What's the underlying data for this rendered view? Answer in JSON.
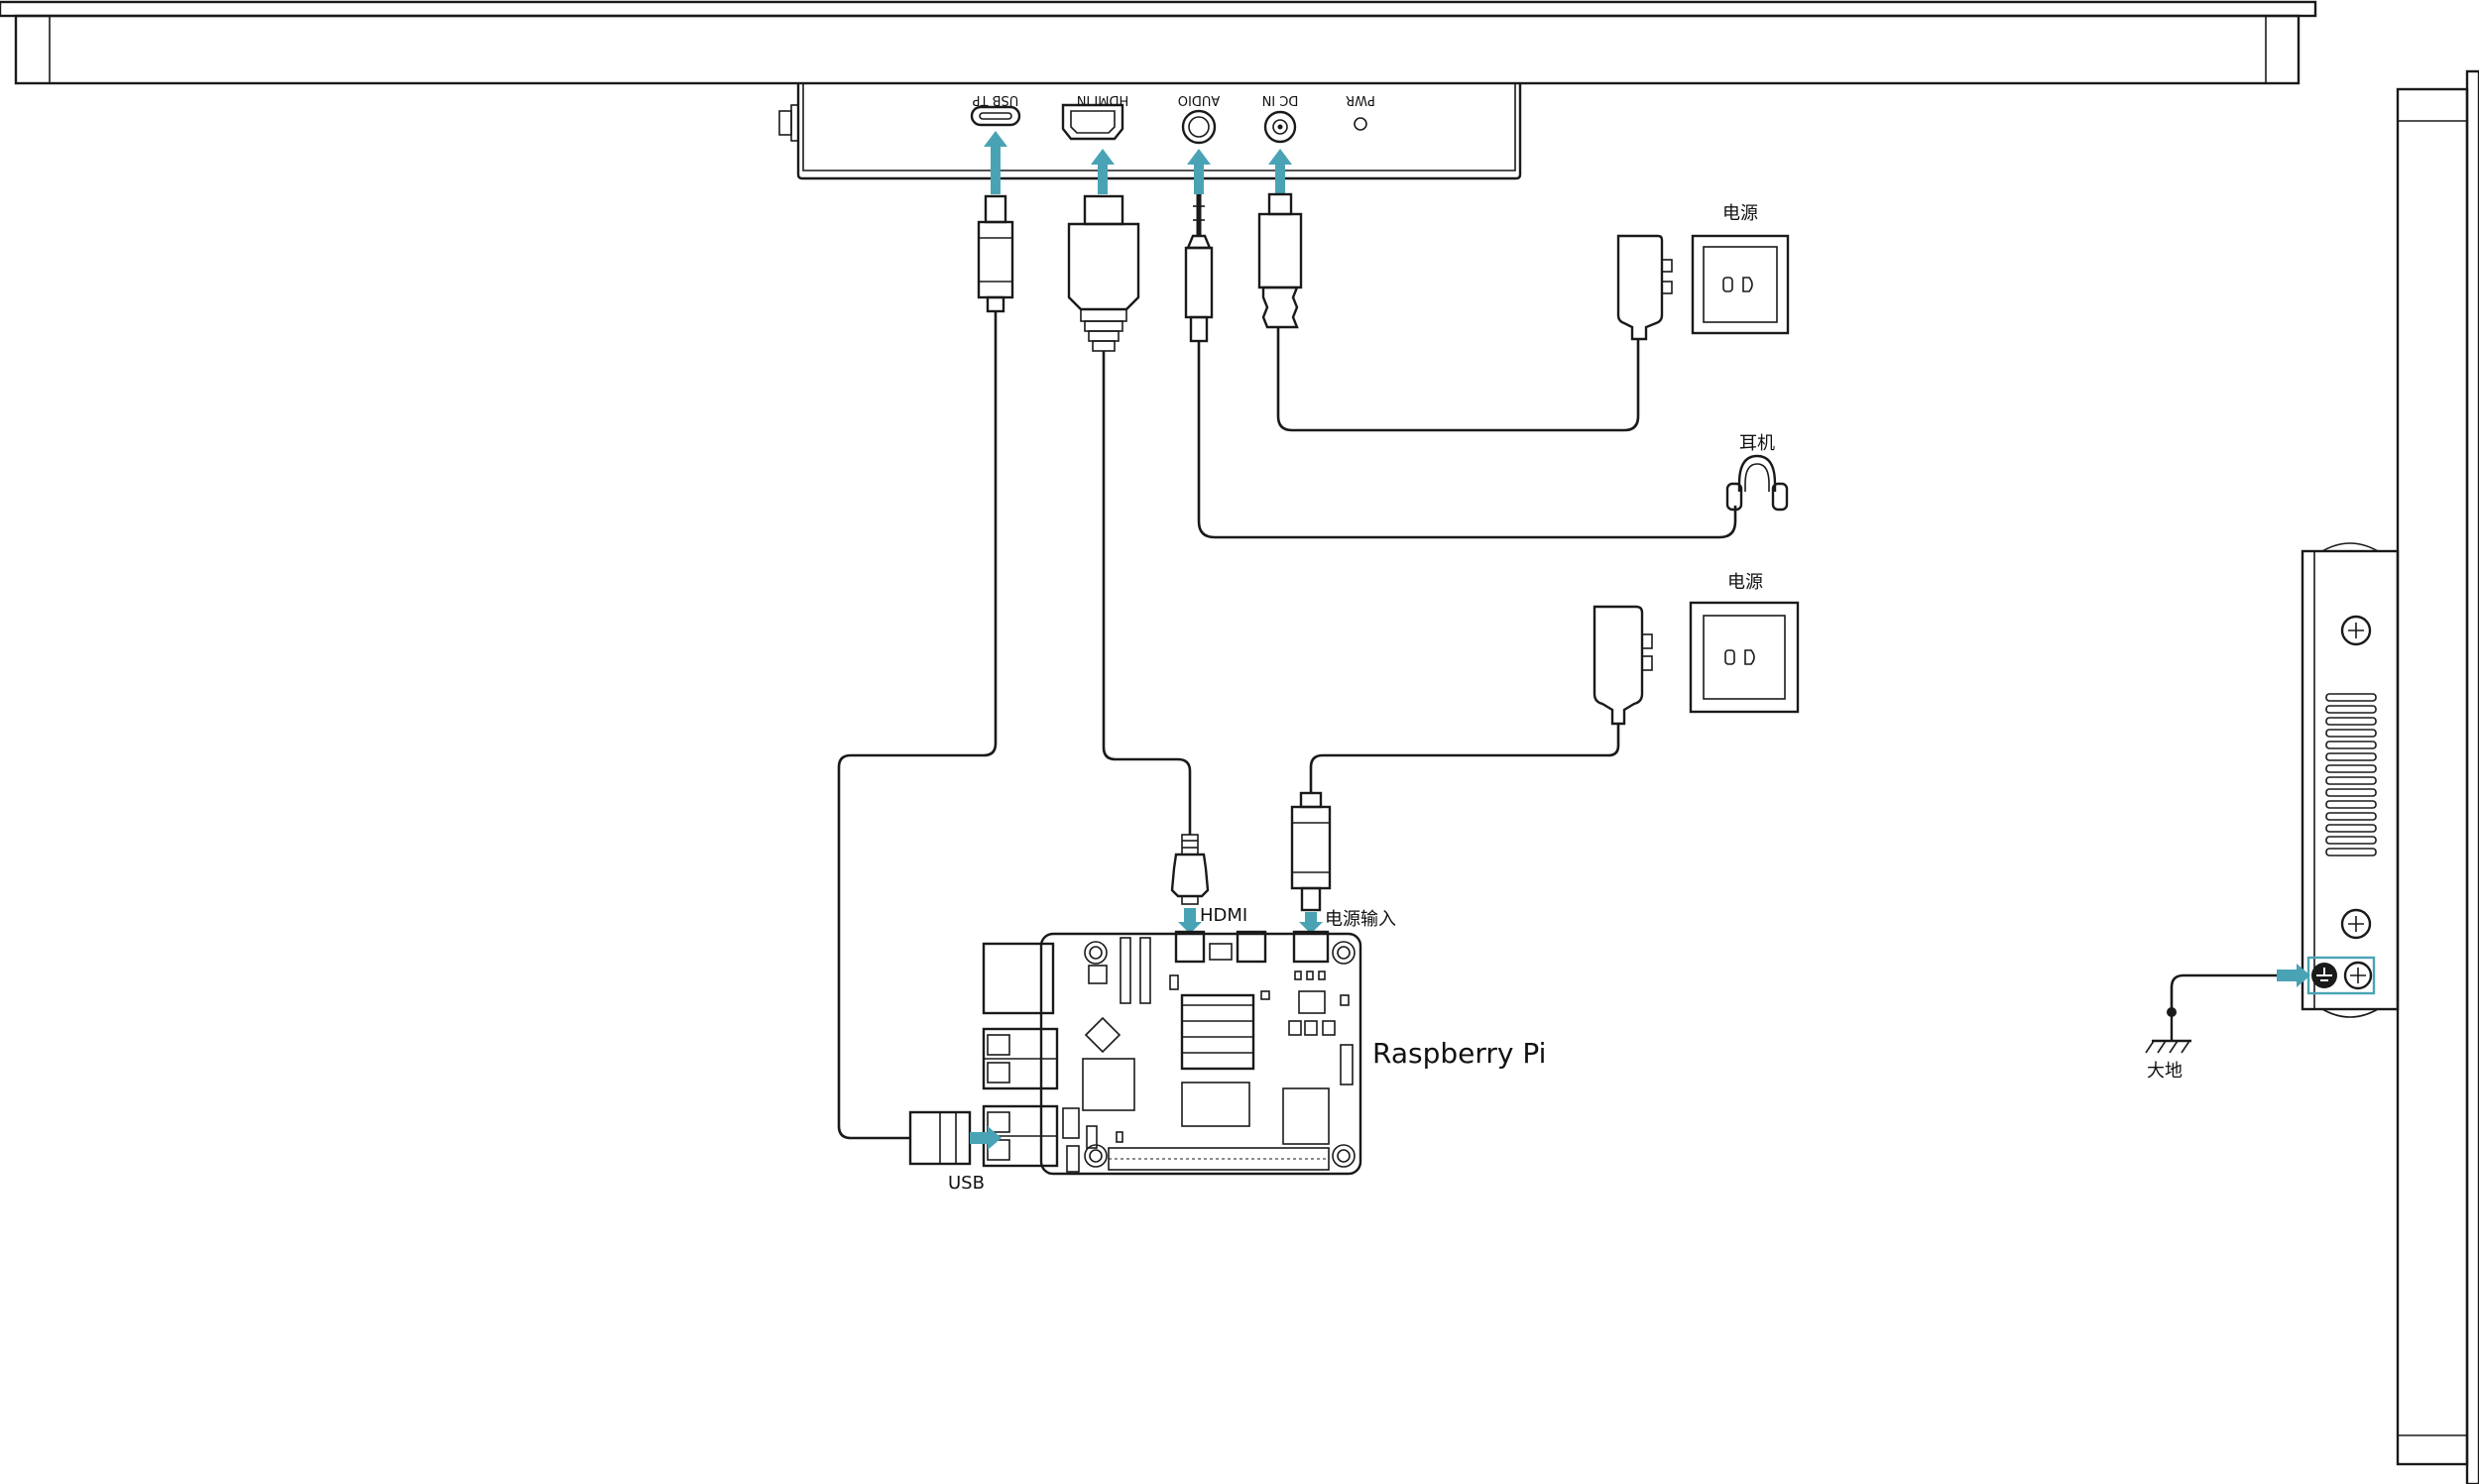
{
  "colors": {
    "accent": "#4aa3b5",
    "line": "#1a1a1a",
    "background": "#ffffff"
  },
  "ports": {
    "usb_tp": "USB TP",
    "hdmi_in": "HDMI IN",
    "audio": "AUDIO",
    "dc_in": "DC IN",
    "pwr": "PWR"
  },
  "labels": {
    "power_top": "电源",
    "headphone": "耳机",
    "power_bottom": "电源",
    "hdmi": "HDMI",
    "power_input": "电源输入",
    "raspberry_pi": "Raspberry Pi",
    "usb": "USB",
    "ground": "大地"
  },
  "icons": {
    "arrow": "up-arrow-icon",
    "headphone": "headphone-icon",
    "outlet": "power-outlet-icon",
    "adapter": "power-adapter-icon",
    "ground": "ground-icon",
    "screw": "screw-icon"
  }
}
